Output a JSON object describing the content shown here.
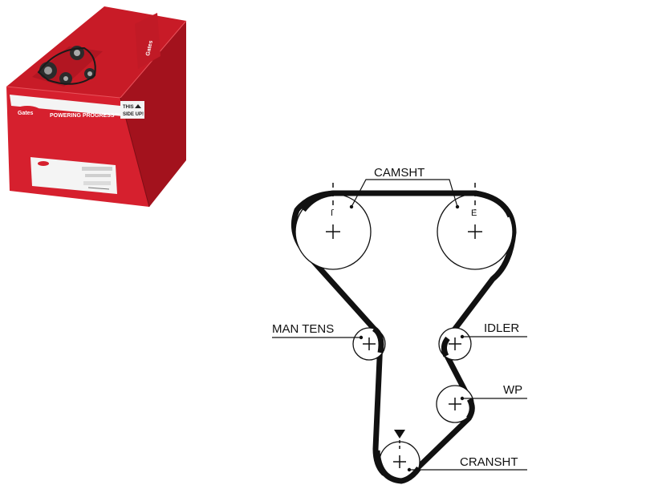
{
  "product_box": {
    "brand": "Gates",
    "slogan": "POWERING PROGRESS™",
    "orientation_label_line1": "THIS",
    "orientation_label_line2": "SIDE UP!",
    "colors": {
      "box_red": "#d6202e",
      "box_dark_red": "#a3121d",
      "label_white": "#f4f4f4"
    }
  },
  "diagram": {
    "labels": {
      "camshaft": "CAMSHT",
      "manual_tensioner": "MAN TENS",
      "idler": "IDLER",
      "water_pump": "WP",
      "crankshaft": "CRANSHT",
      "intake_mark": "I",
      "exhaust_mark": "E"
    },
    "colors": {
      "belt": "#111111",
      "pulley": "#111111"
    }
  }
}
